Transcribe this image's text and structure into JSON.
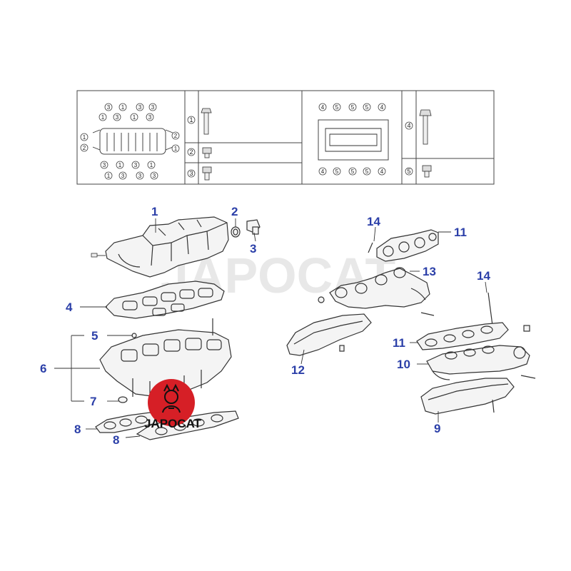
{
  "callouts": {
    "c1": "1",
    "c2": "2",
    "c3": "3",
    "c4": "4",
    "c5": "5",
    "c6": "6",
    "c7": "7",
    "c8a": "8",
    "c8b": "8",
    "c9": "9",
    "c10": "10",
    "c11a": "11",
    "c11b": "11",
    "c12": "12",
    "c13": "13",
    "c14a": "14",
    "c14b": "14"
  },
  "legend": {
    "left_rows": [
      "1",
      "2",
      "3"
    ],
    "right_rows": [
      "4",
      "5"
    ]
  },
  "watermark": "JAPOCAT",
  "logo_text": "JAPOCAT",
  "colors": {
    "callout": "#2b3fa8",
    "logo_red": "#d61f26",
    "line": "#333333"
  }
}
